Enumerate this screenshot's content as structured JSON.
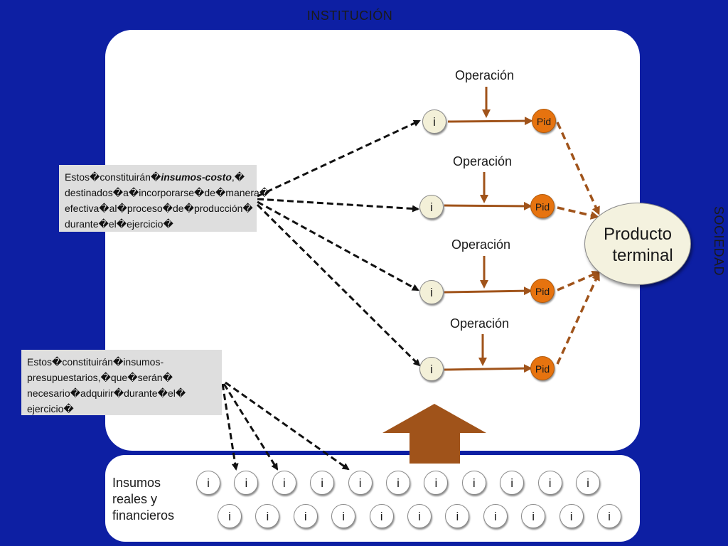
{
  "labels": {
    "institucion": "INSTITUCIÓN",
    "sociedad": "SOCIEDAD",
    "producto_line1": "Producto",
    "producto_line2": "terminal",
    "insumos_line1": "Insumos",
    "insumos_line2": "reales y",
    "insumos_line3": "financieros"
  },
  "notes": {
    "costo_pre": "Estos�constituirán�",
    "costo_em": "insumos-costo",
    "costo_post": ",� destinados�a�incorporarse�de�manera� efectiva�al�proceso�de�producción� durante�el�ejercicio�",
    "presupuestarios": "Estos�constituirán�insumos-presupuestarios,�que�serán� necesario�adquirir�durante�el� ejercicio�"
  },
  "operations": [
    "Operación",
    "Operación",
    "Operación",
    "Operación"
  ],
  "node_input_label": "i",
  "node_output_label": "Pid",
  "input_rows": {
    "row1_count": 11,
    "row2_count": 11
  },
  "colors": {
    "background": "#0d1fa3",
    "arrow_brown": "#a0531a",
    "pid_orange": "#e6730f",
    "dashed_black": "#111111"
  }
}
